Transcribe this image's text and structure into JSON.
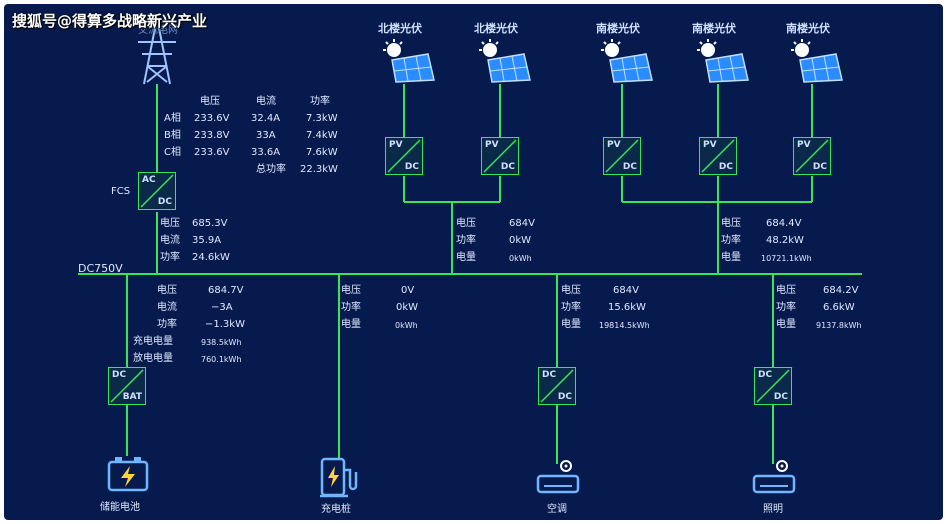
{
  "watermark": "搜狐号@得算多战略新兴产业",
  "grid_label": "交流电网",
  "fcs_label": "FCS",
  "bus_label": "DC750V",
  "solar_titles": [
    "北楼光伏",
    "北楼光伏",
    "南楼光伏",
    "南楼光伏",
    "南楼光伏"
  ],
  "converters": {
    "pv": {
      "top": "PV",
      "bottom": "DC"
    },
    "fcs": {
      "top": "AC",
      "bottom": "DC"
    },
    "bat": {
      "top": "DC",
      "bottom": "BAT"
    },
    "dcdc": {
      "top": "DC",
      "bottom": "DC"
    }
  },
  "ac_table": {
    "headers": [
      "电压",
      "电流",
      "功率"
    ],
    "rows": [
      {
        "phase": "A相",
        "voltage": "233.6V",
        "current": "32.4A",
        "power": "7.3kW"
      },
      {
        "phase": "B相",
        "voltage": "233.8V",
        "current": "33A",
        "power": "7.4kW"
      },
      {
        "phase": "C相",
        "voltage": "233.6V",
        "current": "33.6A",
        "power": "7.6kW"
      }
    ],
    "total_label": "总功率",
    "total_value": "22.3kW"
  },
  "fcs_dc": {
    "labels": [
      "电压",
      "电流",
      "功率"
    ],
    "values": [
      "685.3V",
      "35.9A",
      "24.6kW"
    ]
  },
  "pv_north": {
    "labels": [
      "电压",
      "功率",
      "电量"
    ],
    "values": [
      "684V",
      "0kW",
      "0kWh"
    ]
  },
  "pv_south": {
    "labels": [
      "电压",
      "功率",
      "电量"
    ],
    "values": [
      "684.4V",
      "48.2kW",
      "10721.1kWh"
    ]
  },
  "battery": {
    "labels": [
      "电压",
      "电流",
      "功率",
      "充电电量",
      "放电电量"
    ],
    "values": [
      "684.7V",
      "−3A",
      "−1.3kW",
      "938.5kWh",
      "760.1kWh"
    ],
    "caption": "储能电池"
  },
  "charger": {
    "labels": [
      "电压",
      "功率",
      "电量"
    ],
    "values": [
      "0V",
      "0kW",
      "0kWh"
    ],
    "caption": "充电桩"
  },
  "aircon": {
    "labels": [
      "电压",
      "功率",
      "电量"
    ],
    "values": [
      "684V",
      "15.6kW",
      "19814.5kWh"
    ],
    "caption": "空调"
  },
  "lighting": {
    "labels": [
      "电压",
      "功率",
      "电量"
    ],
    "values": [
      "684.2V",
      "6.6kW",
      "9137.8kWh"
    ],
    "caption": "照明"
  },
  "colors": {
    "background": "#071a4d",
    "line": "#39e35a",
    "text": "#dfe9ff",
    "panel": "#3aa0ff"
  }
}
